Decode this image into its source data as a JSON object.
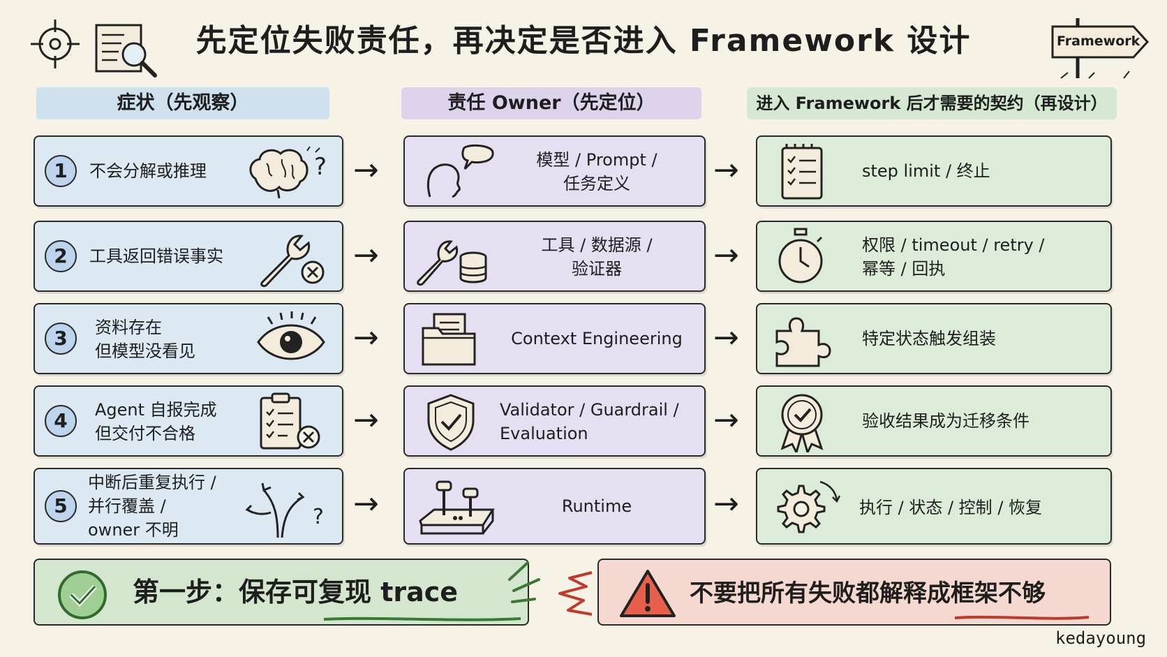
{
  "title": "先定位失败责任，再决定是否进入 Framework 设计",
  "signpost": "Framework",
  "columns": {
    "symptom": "症状（先观察）",
    "owner": "责任 Owner（先定位）",
    "contract": "进入 Framework 后才需要的契约（再设计）"
  },
  "rows": [
    {
      "num": "1",
      "symptom": [
        "不会分解或推理"
      ],
      "owner": [
        "模型 / Prompt /",
        "任务定义"
      ],
      "contract": [
        "step limit / 终止"
      ],
      "icons": {
        "symptom": "brain-question-icon",
        "owner": "person-speech-icon",
        "contract": "checklist-clipboard-icon"
      }
    },
    {
      "num": "2",
      "symptom": [
        "工具返回错误事实"
      ],
      "owner": [
        "工具 / 数据源 /",
        "验证器"
      ],
      "contract": [
        "权限 / timeout / retry /",
        "幂等 / 回执"
      ],
      "icons": {
        "symptom": "wrench-error-icon",
        "owner": "wrench-database-icon",
        "contract": "stopwatch-icon"
      }
    },
    {
      "num": "3",
      "symptom": [
        "资料存在",
        "但模型没看见"
      ],
      "owner": [
        "Context Engineering"
      ],
      "contract": [
        "特定状态触发组装"
      ],
      "icons": {
        "symptom": "eye-icon",
        "owner": "folder-documents-icon",
        "contract": "puzzle-piece-icon"
      }
    },
    {
      "num": "4",
      "symptom": [
        "Agent 自报完成",
        "但交付不合格"
      ],
      "owner": [
        "Validator / Guardrail /",
        "Evaluation"
      ],
      "contract": [
        "验收结果成为迁移条件"
      ],
      "icons": {
        "symptom": "clipboard-error-icon",
        "owner": "shield-check-icon",
        "contract": "award-badge-icon"
      }
    },
    {
      "num": "5",
      "symptom": [
        "中断后重复执行 /",
        "并行覆盖 /",
        "owner 不明"
      ],
      "owner": [
        "Runtime"
      ],
      "contract": [
        "执行 / 状态 / 控制 / 恢复"
      ],
      "icons": {
        "symptom": "branching-arrows-icon",
        "owner": "control-panel-icon",
        "contract": "gear-refresh-icon"
      }
    }
  ],
  "first_step": "第一步：保存可复现 trace",
  "warning": "不要把所有失败都解释成框架不够",
  "signature": "kedayoung",
  "colors": {
    "blue": "#dde9f2",
    "purple": "#e6def1",
    "green": "#ddecd9",
    "red": "#f5d9d0",
    "ink": "#1e1e1e"
  }
}
